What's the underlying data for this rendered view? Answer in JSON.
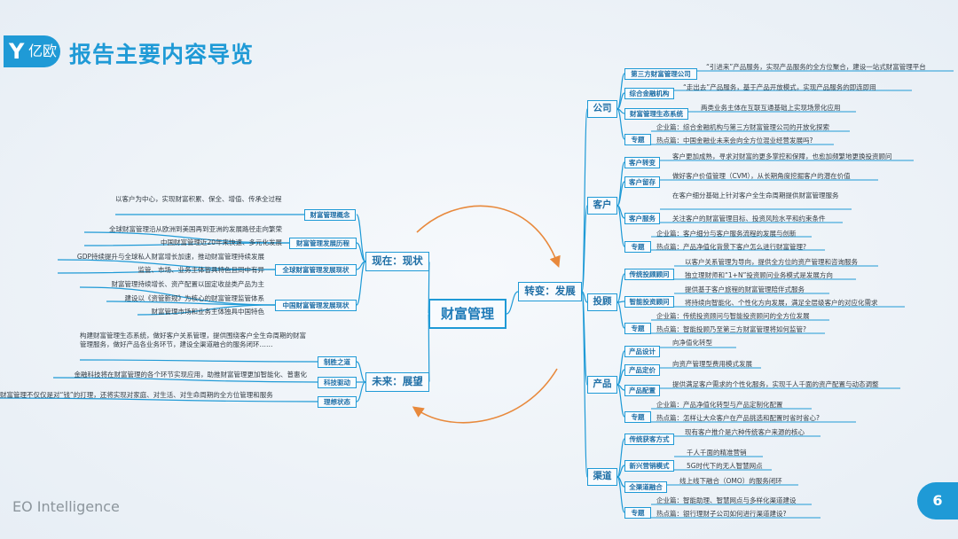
{
  "header": {
    "logo_mark": "Y",
    "logo_text": "亿欧",
    "title": "报告主要内容导览"
  },
  "footer": {
    "brand": "EO Intelligence",
    "page_number": "6"
  },
  "colors": {
    "accent": "#1f9ad6",
    "arc": "#e8893c",
    "text": "#333c44"
  },
  "map": {
    "center": "财富管理",
    "left": [
      {
        "label": "现在：现状",
        "groups": [
          {
            "label": "财富管理概念",
            "leaves": [
              "以客户为中心，实现财富积累、保全、增值、传承全过程"
            ]
          },
          {
            "label": "财富管理发展历程",
            "leaves": [
              "全球财富管理沿从欧洲到美国再到亚洲的发展路径走向繁荣",
              "中国财富管理近20年来快速、多元化发展"
            ]
          },
          {
            "label": "全球财富管理发展现状",
            "leaves": [
              "GDP持续提升与全球私人财富增长加速，推动财富管理持续发展",
              "监管、市场、业务主体皆具特色且同中有异"
            ]
          },
          {
            "label": "中国财富管理发展现状",
            "leaves": [
              "财富管理持续增长、资产配置以固定收益类产品为主",
              "建设以《资管新规》为核心的财富管理监管体系",
              "财富管理市场和业务主体独具中国特色"
            ]
          }
        ]
      },
      {
        "label": "未来：展望",
        "groups": [
          {
            "label": "制胜之道",
            "leaves": [
              "构建财富管理生态系统，做好客户关系管理，提供围绕客户全生命周期的财富管理服务，做好产品各业务环节，建设全渠道融合的服务闭环……"
            ]
          },
          {
            "label": "科技驱动",
            "leaves": [
              "金融科技将在财富管理的各个环节实现应用，助推财富管理更加智能化、普惠化"
            ]
          },
          {
            "label": "理想状态",
            "leaves": [
              "财富管理不仅仅是对“钱”的打理，还将实现对家庭、对生活、对生命周期的全方位管理和服务"
            ]
          }
        ]
      }
    ],
    "right": {
      "label": "转变：发展",
      "sections": [
        {
          "label": "公司",
          "groups": [
            {
              "label": "第三方财富管理公司",
              "leaves": [
                "“引进来”产品服务，实现产品服务的全方位聚合，建设一站式财富管理平台"
              ]
            },
            {
              "label": "综合金融机构",
              "leaves": [
                "“走出去”产品服务，基于产品开放模式，实现产品服务的即连即用"
              ]
            },
            {
              "label": "财富管理生态系统",
              "leaves": [
                "两类业务主体在互联互通基础上实现场景化应用"
              ]
            },
            {
              "label": "专题",
              "leaves": [
                "企业篇：综合金融机构与第三方财富管理公司的开放化探索",
                "热点篇：中国金融业未来会向全方位混业经营发展吗?"
              ]
            }
          ]
        },
        {
          "label": "客户",
          "groups": [
            {
              "label": "客户转变",
              "leaves": [
                "客户更加成熟，寻求对财富的更多掌控和保障，也愈加频繁地更换投资顾问"
              ]
            },
            {
              "label": "客户留存",
              "leaves": [
                "做好客户价值管理（CVM），从长期角度挖掘客户的潜在价值"
              ]
            },
            {
              "label": "客户服务",
              "leaves": [
                "在客户细分基础上针对客户全生命周期提供财富管理服务",
                "关注客户的财富管理目标、投资风险水平和约束条件"
              ]
            },
            {
              "label": "专题",
              "leaves": [
                "企业篇：客户细分与客户服务流程的发展与创新",
                "热点篇：产品净值化背景下客户怎么进行财富管理?"
              ]
            }
          ]
        },
        {
          "label": "投顾",
          "groups": [
            {
              "label": "传统投顾顾问",
              "leaves": [
                "以客户关系管理为导向，提供全方位的资产管理和咨询服务",
                "独立理财师和“1+N”投资顾问业务模式是发展方向"
              ]
            },
            {
              "label": "智能投资顾问",
              "leaves": [
                "提供基于客户旅程的财富管理陪伴式服务",
                "将持续向智能化、个性化方向发展，满足全层级客户的对应化需求"
              ]
            },
            {
              "label": "专题",
              "leaves": [
                "企业篇：传统投资顾问与智能投资顾问的全方位发展",
                "热点篇：智能投顾乃至第三方财富管理将如何监管?"
              ]
            }
          ]
        },
        {
          "label": "产品",
          "groups": [
            {
              "label": "产品设计",
              "leaves": [
                "向净值化转型"
              ]
            },
            {
              "label": "产品定价",
              "leaves": [
                "向资产管理型费用模式发展"
              ]
            },
            {
              "label": "产品配置",
              "leaves": [
                "提供满足客户需求的个性化服务，实现千人千面的资产配置与动态调整"
              ]
            },
            {
              "label": "专题",
              "leaves": [
                "企业篇：产品净值化转型与产品定制化配置",
                "热点篇：怎样让大众客户在产品挑选和配置时省时省心?"
              ]
            }
          ]
        },
        {
          "label": "渠道",
          "groups": [
            {
              "label": "传统获客方式",
              "leaves": [
                "现有客户推介是六种传统客户来源的核心"
              ]
            },
            {
              "label": "新兴营销模式",
              "leaves": [
                "千人千面的精准营销",
                "5G时代下的无人智慧网点"
              ]
            },
            {
              "label": "全渠道融合",
              "leaves": [
                "线上线下融合（OMO）的服务闭环"
              ]
            },
            {
              "label": "专题",
              "leaves": [
                "企业篇：智能助理、智慧网点与多样化渠道建设",
                "热点篇：银行理财子公司如何进行渠道建设?"
              ]
            }
          ]
        }
      ]
    }
  }
}
